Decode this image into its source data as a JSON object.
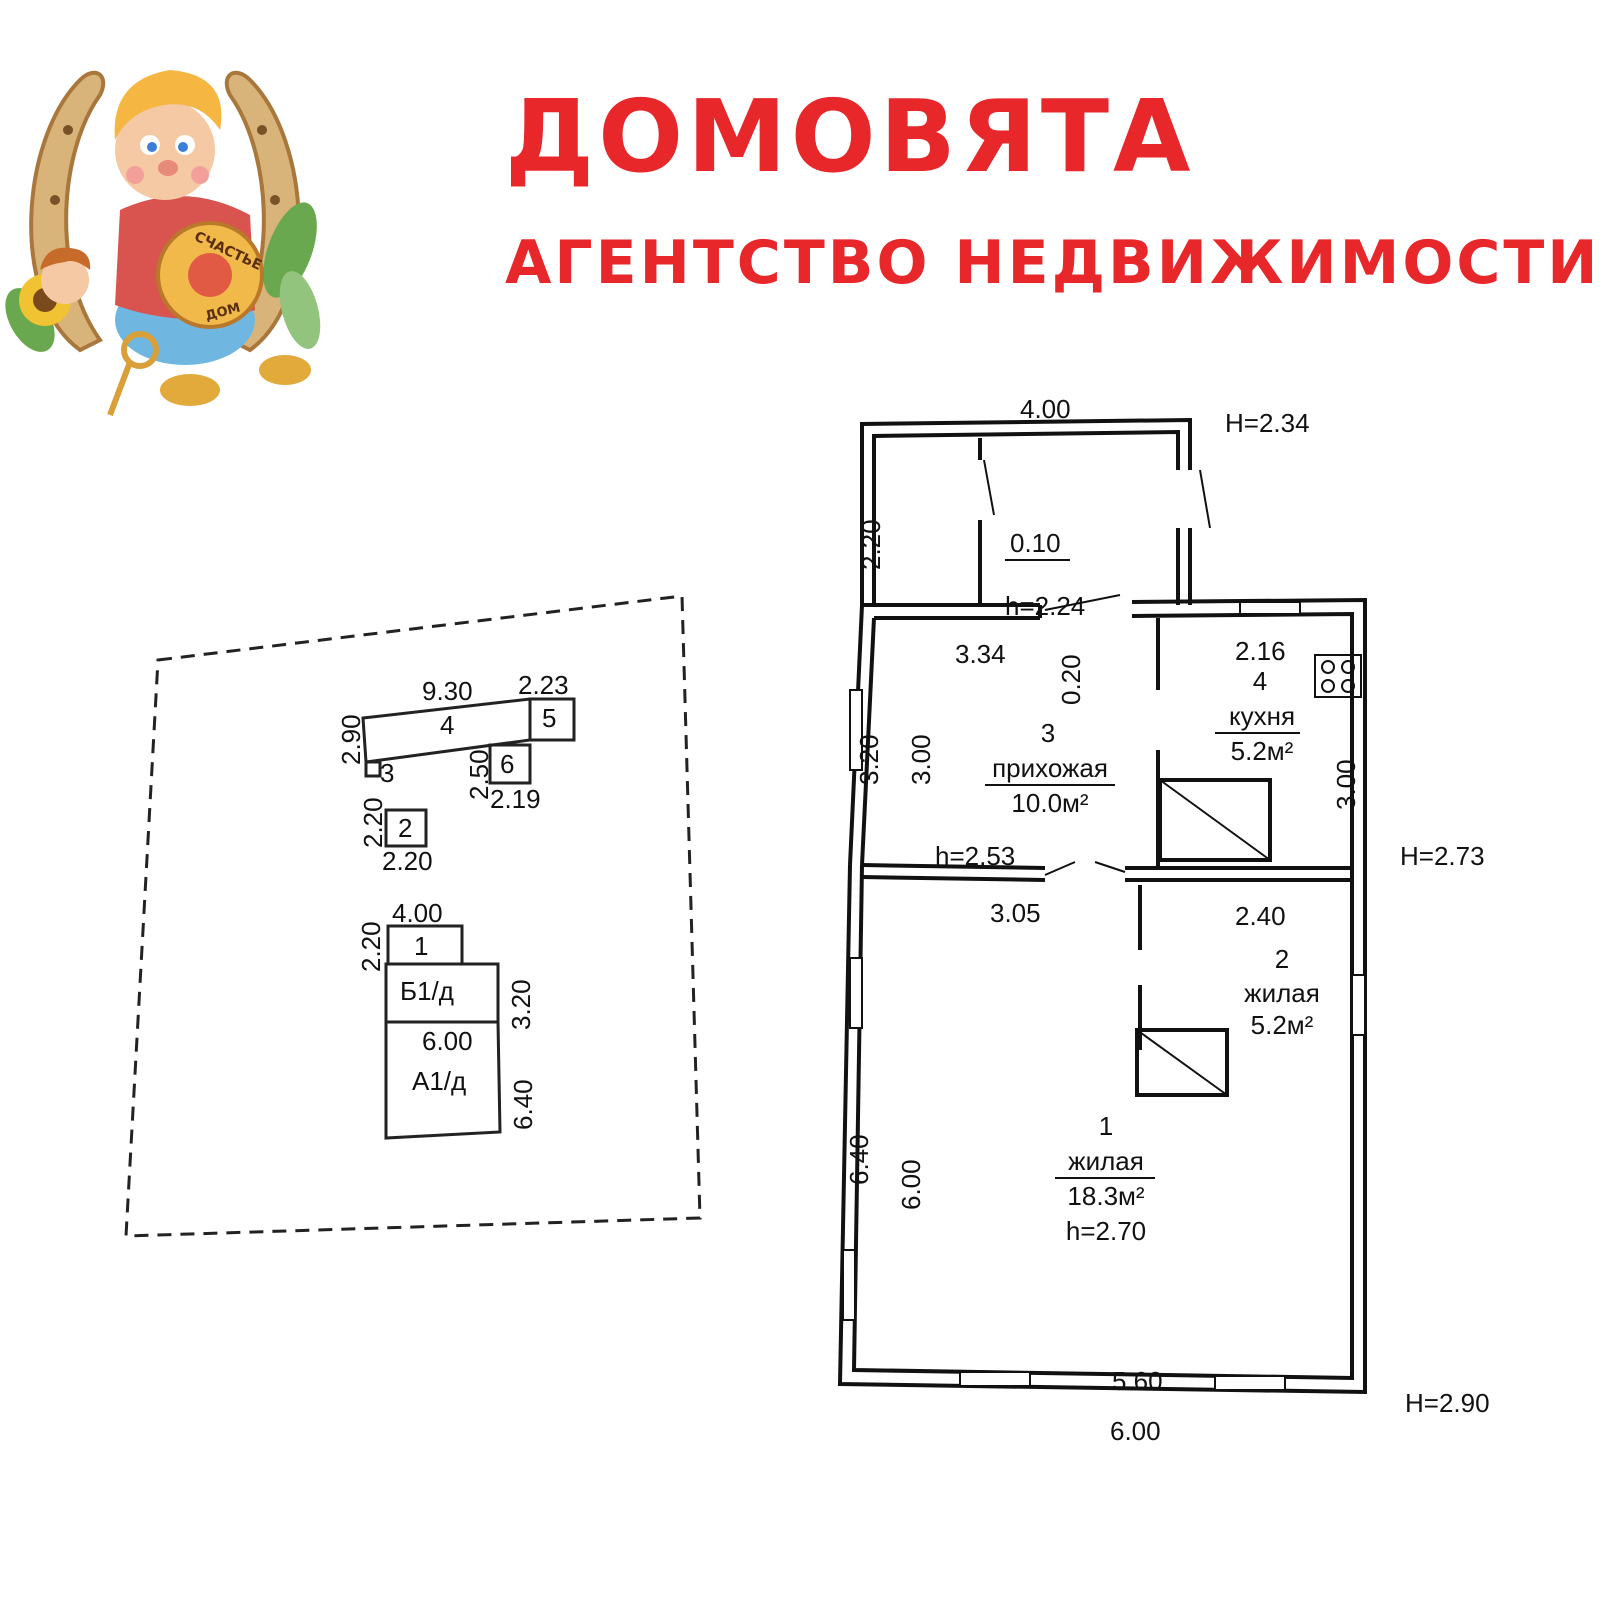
{
  "header": {
    "brand": "ДОМОВЯТА",
    "tagline": "АГЕНТСТВО НЕДВИЖИМОСТИ",
    "logo_text_1": "СЧАСТЬЕ",
    "logo_text_2": "ДОМ"
  },
  "site_plan": {
    "buildings": [
      {
        "id": "4",
        "dims": [
          "9.30",
          "2.90",
          "3"
        ]
      },
      {
        "id": "5",
        "dims": [
          "2.23"
        ]
      },
      {
        "id": "6",
        "dims": [
          "2.50",
          "2.19"
        ]
      },
      {
        "id": "2",
        "dims": [
          "2.20",
          "2.20"
        ]
      },
      {
        "id": "1",
        "dims": [
          "4.00",
          "2.20"
        ]
      },
      {
        "id": "Б1/д",
        "dims": [
          "3.20"
        ]
      },
      {
        "id": "А1/д",
        "dims": [
          "6.00",
          "6.40"
        ]
      }
    ]
  },
  "floor_plan": {
    "heights": {
      "top": "H=2.34",
      "middle": "H=2.73",
      "bottom": "H=2.90"
    },
    "dimensions": {
      "top_width": "4.00",
      "porch_depth": "2.20",
      "partition": "0.10",
      "porch_height": "h=2.24",
      "hall_width": "3.34",
      "wall_thickness": "0.20",
      "kitchen_width": "2.16",
      "hall_outer_depth": "3.20",
      "hall_inner_depth": "3.00",
      "kitchen_depth": "3.00",
      "hall_height": "h=2.53",
      "room1_top": "3.05",
      "room2_top": "2.40",
      "outer_depth": "6.40",
      "inner_depth": "6.00",
      "inner_width": "5.60",
      "outer_width": "6.00"
    },
    "rooms": [
      {
        "number": "3",
        "name": "прихожая",
        "area": "10.0м²"
      },
      {
        "number": "4",
        "name": "кухня",
        "area": "5.2м²"
      },
      {
        "number": "2",
        "name": "жилая",
        "area": "5.2м²"
      },
      {
        "number": "1",
        "name": "жилая",
        "area": "18.3м²",
        "height": "h=2.70"
      }
    ]
  }
}
